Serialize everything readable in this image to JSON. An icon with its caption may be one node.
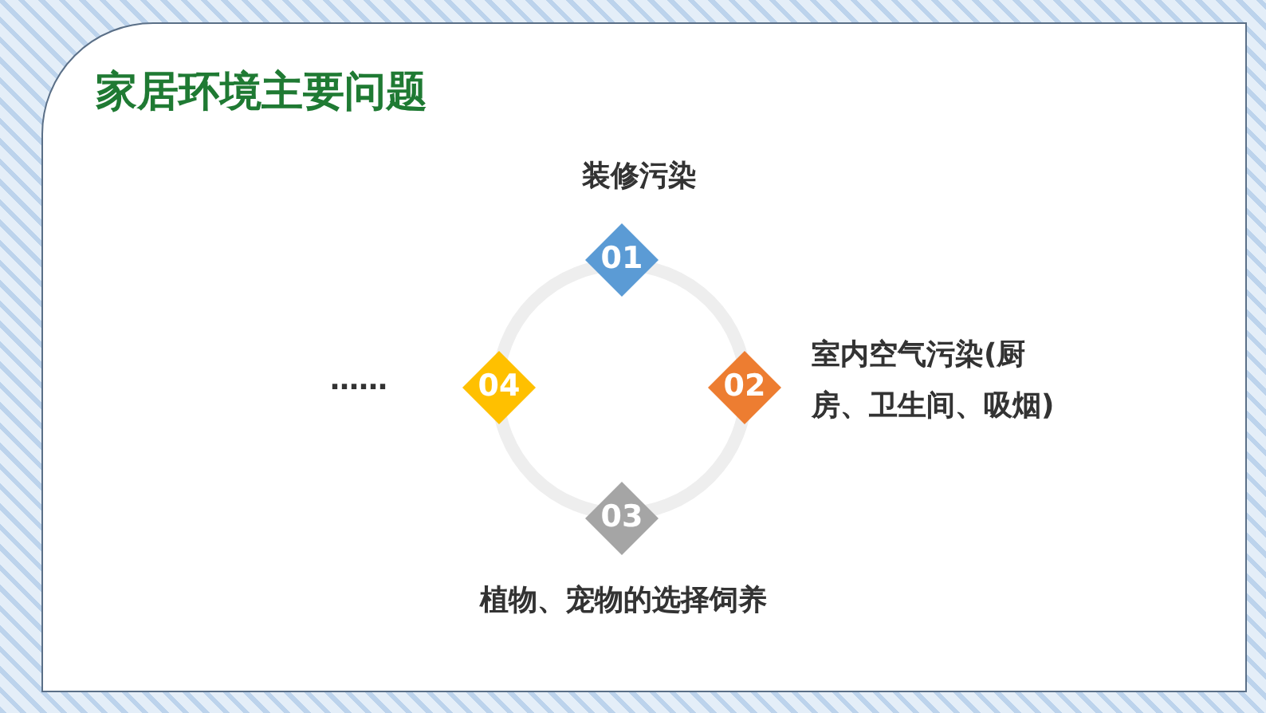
{
  "diagram": {
    "title": "家居环境主要问题",
    "nodes": [
      {
        "text": [
          "01"
        ],
        "beside": [
          "装修污染"
        ]
      },
      {
        "text": [
          "02"
        ],
        "beside": [
          "室内空气污染(厨房、卫生间、吸烟)"
        ]
      },
      {
        "text": [
          "03"
        ],
        "beside": [
          "植物、宠物的选择饲养"
        ]
      },
      {
        "text": [
          "04"
        ],
        "beside": [
          "……"
        ]
      }
    ]
  }
}
